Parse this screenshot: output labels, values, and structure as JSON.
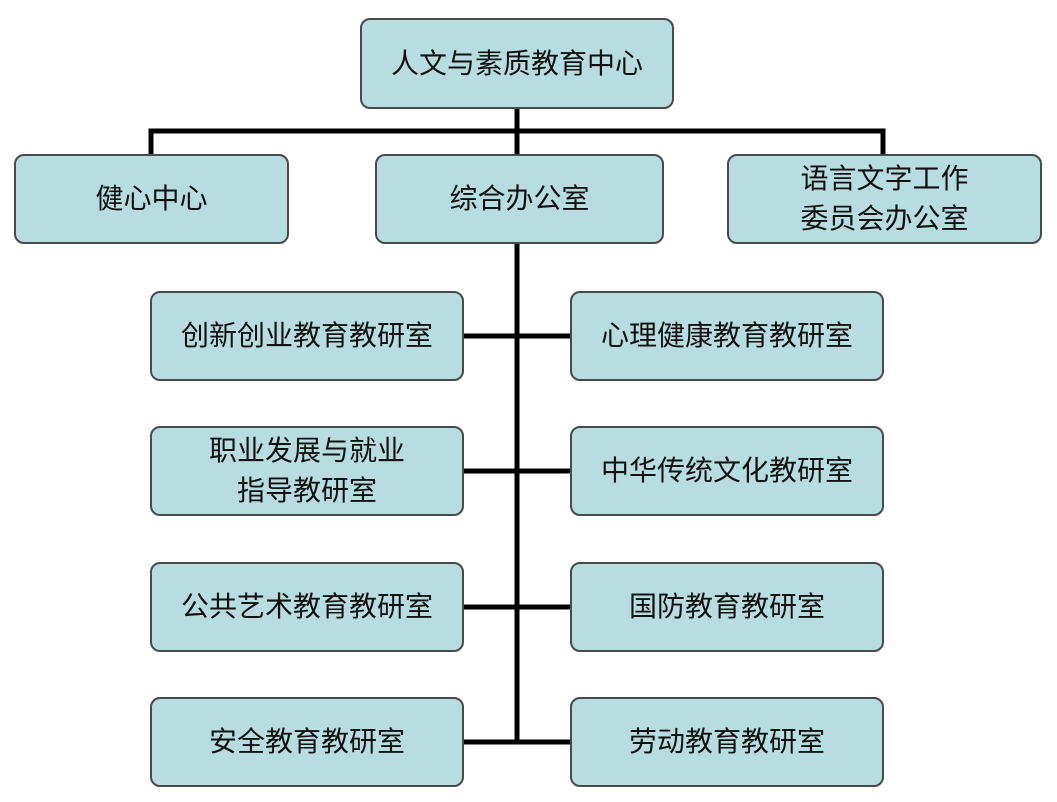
{
  "org_chart": {
    "root": {
      "label": "人文与素质教育中心"
    },
    "level1": {
      "left": {
        "label": "健心中心"
      },
      "center": {
        "label": "综合办公室"
      },
      "right": {
        "line1": "语言文字工作",
        "line2": "委员会办公室"
      }
    },
    "left_column": [
      {
        "label": "创新创业教育教研室"
      },
      {
        "line1": "职业发展与就业",
        "line2": "指导教研室"
      },
      {
        "label": "公共艺术教育教研室"
      },
      {
        "label": "安全教育教研室"
      }
    ],
    "right_column": [
      {
        "label": "心理健康教育教研室"
      },
      {
        "label": "中华传统文化教研室"
      },
      {
        "label": "国防教育教研室"
      },
      {
        "label": "劳动教育教研室"
      }
    ]
  },
  "colors": {
    "box_fill": "#b7dde0",
    "box_border": "#4a4a4a",
    "connector": "#000000",
    "text": "#111111"
  }
}
